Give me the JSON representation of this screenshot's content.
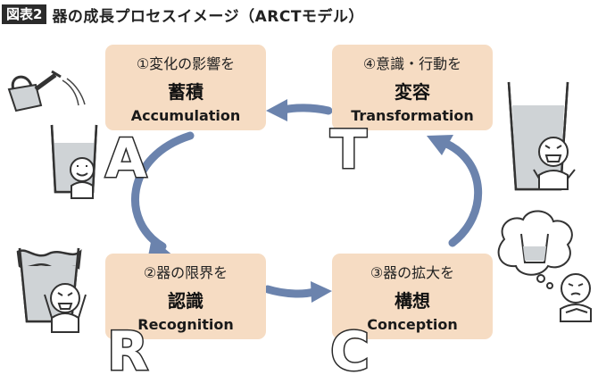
{
  "figure": {
    "badge": "図表2",
    "title": "器の成長プロセスイメージ（ARCTモデル）"
  },
  "stages": [
    {
      "id": "accumulation",
      "subtitle": "①変化の影響を",
      "name": "蓄積",
      "english": "Accumulation",
      "letter": "A"
    },
    {
      "id": "recognition",
      "subtitle": "②器の限界を",
      "name": "認識",
      "english": "Recognition",
      "letter": "R"
    },
    {
      "id": "conception",
      "subtitle": "③器の拡大を",
      "name": "構想",
      "english": "Conception",
      "letter": "C"
    },
    {
      "id": "transformation",
      "subtitle": "④意識・行動を",
      "name": "変容",
      "english": "Transformation",
      "letter": "T"
    }
  ],
  "colors": {
    "box_fill": "#f6dcc3",
    "arrow": "#6b83ad",
    "water": "#cfd3d6",
    "outline": "#333333"
  }
}
